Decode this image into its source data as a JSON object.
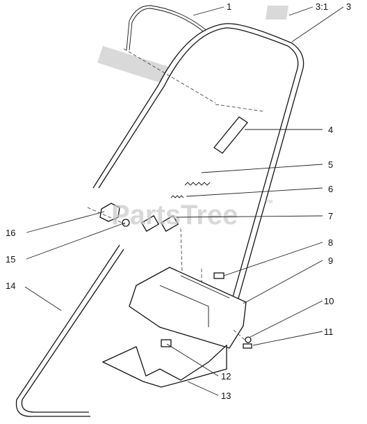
{
  "watermark": {
    "text": "PartsTree",
    "trademark": "TM"
  },
  "callouts": [
    "1",
    "3:1",
    "3",
    "4",
    "5",
    "6",
    "7",
    "8",
    "9",
    "10",
    "11",
    "12",
    "13",
    "14",
    "15",
    "16"
  ]
}
